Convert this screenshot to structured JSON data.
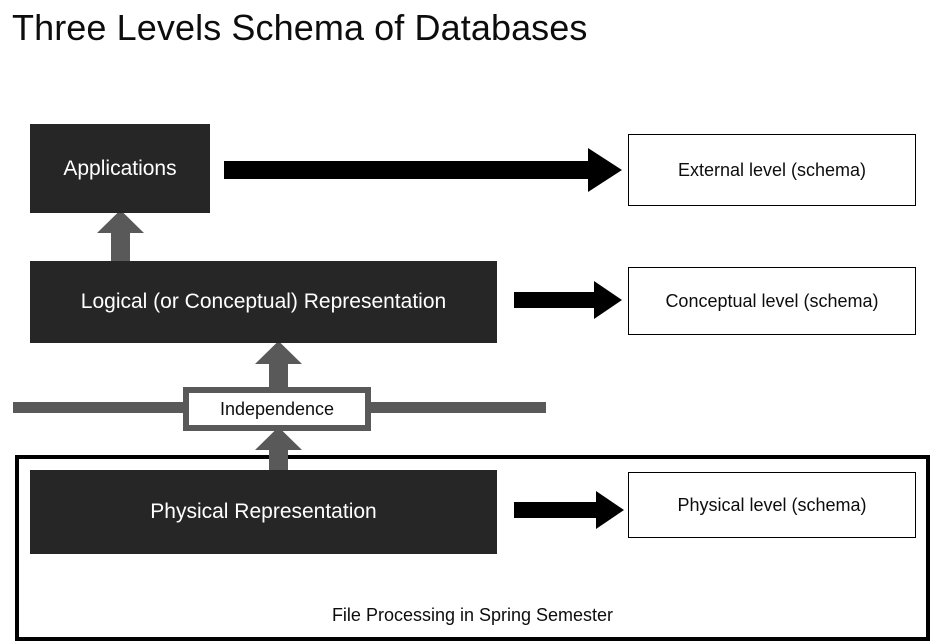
{
  "title": "Three Levels Schema of Databases",
  "diagram": {
    "type": "three-level-schema",
    "left_column": [
      {
        "id": "applications",
        "label": "Applications",
        "style": "dark"
      },
      {
        "id": "logical",
        "label": "Logical (or Conceptual) Representation",
        "style": "dark"
      },
      {
        "id": "physical",
        "label": "Physical Representation",
        "style": "dark"
      }
    ],
    "right_column": [
      {
        "id": "external-level",
        "label": "External level (schema)",
        "style": "outline"
      },
      {
        "id": "conceptual-level",
        "label": "Conceptual level (schema)",
        "style": "outline"
      },
      {
        "id": "physical-level",
        "label": "Physical level (schema)",
        "style": "outline"
      }
    ],
    "independence": {
      "label": "Independence"
    },
    "container": {
      "caption": "File Processing in Spring Semester"
    },
    "arrows": [
      {
        "id": "applications-to-external",
        "direction": "right",
        "color": "#000000"
      },
      {
        "id": "logical-to-conceptual",
        "direction": "right",
        "color": "#000000"
      },
      {
        "id": "physical-to-physical-level",
        "direction": "right",
        "color": "#000000"
      },
      {
        "id": "logical-to-applications",
        "direction": "up",
        "color": "#595959"
      },
      {
        "id": "independence-to-logical",
        "direction": "up",
        "color": "#595959"
      },
      {
        "id": "physical-to-independence",
        "direction": "up",
        "color": "#595959"
      }
    ]
  },
  "colors": {
    "dark_fill": "#262626",
    "dark_text": "#ffffff",
    "gray_accent": "#595959",
    "outline_stroke": "#000000",
    "body_text": "#0d0d0d",
    "background": "#ffffff"
  }
}
